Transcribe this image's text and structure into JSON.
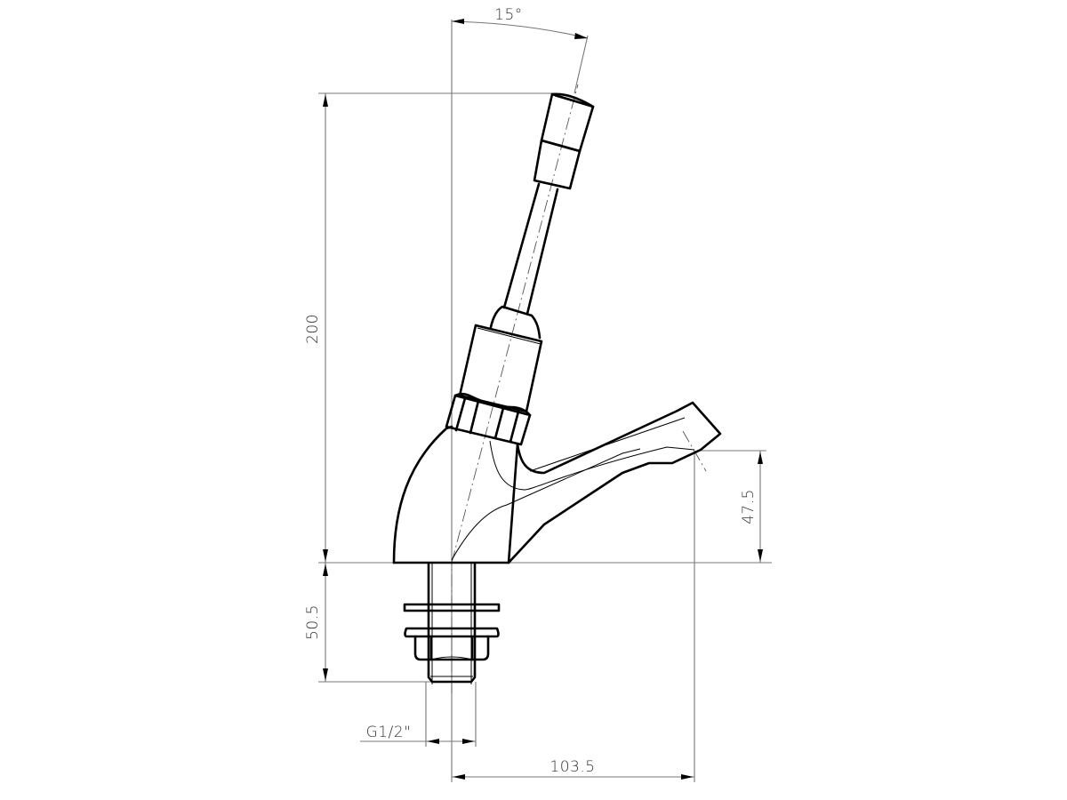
{
  "drawing": {
    "subject": "Pillar tap with angled lever handle - side elevation",
    "dimensions": {
      "angle": {
        "label": "15°",
        "value": 15,
        "unit": "deg"
      },
      "total_height": {
        "label": "200",
        "value": 200,
        "unit": "mm"
      },
      "spout_height": {
        "label": "47.5",
        "value": 47.5,
        "unit": "mm"
      },
      "tail_length": {
        "label": "50.5",
        "value": 50.5,
        "unit": "mm"
      },
      "thread": {
        "label": "G1/2\""
      },
      "spout_reach": {
        "label": "103.5",
        "value": 103.5,
        "unit": "mm"
      }
    },
    "colors": {
      "outline": "#000000",
      "dimension_line": "#777777",
      "text": "#333333",
      "background": "#ffffff"
    }
  }
}
